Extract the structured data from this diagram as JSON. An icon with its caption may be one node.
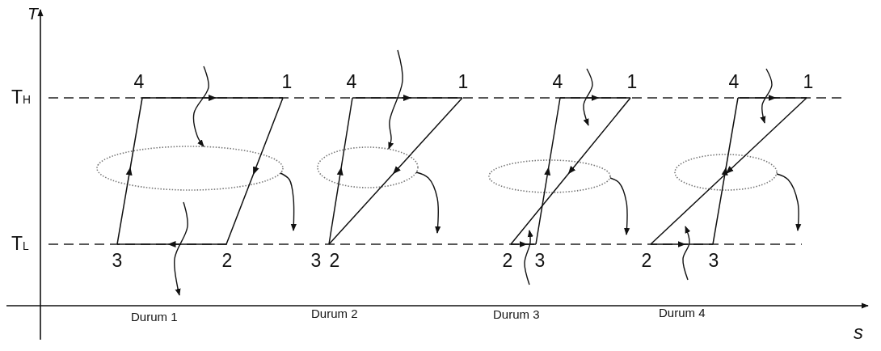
{
  "diagram": {
    "labels": [
      "T",
      "T$_{H}$",
      "4",
      "1",
      "4",
      "1",
      "4",
      "1",
      "4",
      "1",
      "T$_{L}$",
      "3",
      "2",
      "3",
      "2",
      "2",
      "3",
      "2",
      "3",
      "Durum 1",
      "Durum 2",
      "Durum 3",
      "Durum 4",
      "s"
    ]
  }
}
